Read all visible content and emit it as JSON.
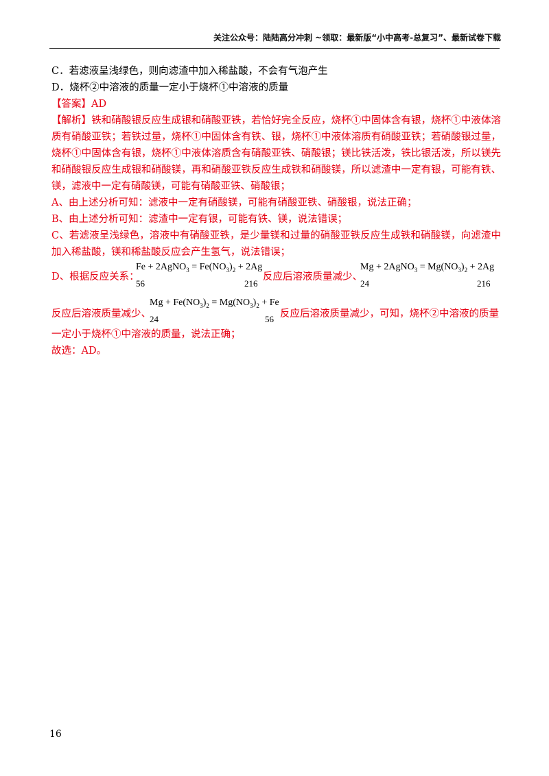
{
  "header": {
    "text": "关注公众号：陆陆高分冲刺  ~领取：最新版“小中高考-总复习”、最新试卷下载"
  },
  "question": {
    "option_c": "C．若滤液呈浅绿色，则向滤渣中加入稀盐酸，不会有气泡产生",
    "option_d": "D．烧杯②中溶液的质量一定小于烧杯①中溶液的质量"
  },
  "answer": {
    "label": "【答案】AD"
  },
  "analysis": {
    "intro": "【解析】铁和硝酸银反应生成银和硝酸亚铁，若恰好完全反应，烧杯①中固体含有银，烧杯①中液体溶质有硝酸亚铁；若铁过量，烧杯①中固体含有铁、银，烧杯①中液体溶质有硝酸亚铁；若硝酸银过量，烧杯①中固体含有银，烧杯①中液体溶质含有硝酸亚铁、硝酸银；镁比铁活泼，铁比银活泼，所以镁先和硝酸银反应生成银和硝酸镁，再和硝酸亚铁反应生成铁和硝酸镁，所以滤渣中一定有银，可能有铁、镁，滤液中一定有硝酸镁，可能有硝酸亚铁、硝酸银；",
    "a": "A、由上述分析可知：滤液中一定有硝酸镁，可能有硝酸亚铁、硝酸银，说法正确；",
    "b": "B、由上述分析可知：滤渣中一定有银，可能有铁、镁，说法错误；",
    "c": "C、若滤液呈浅绿色，溶液中有硝酸亚铁，是少量镁和过量的硝酸亚铁反应生成铁和硝酸镁，向滤渣中加入稀盐酸，镁和稀盐酸反应会产生氢气，说法错误；",
    "d_label": "D、根据反应关系：",
    "eq1": {
      "left": "Fe + 2AgNO",
      "sub1": "3",
      "mid": " = Fe(NO",
      "sub2": "3",
      "end": ")",
      "sub3": "2",
      "tail": " + 2Ag",
      "n1": "56",
      "n2": "216"
    },
    "eq1_after": "反应后溶液质量减少、",
    "eq2": {
      "left": "Mg + 2AgNO",
      "sub1": "3",
      "mid": " = Mg(NO",
      "sub2": "3",
      "end": ")",
      "sub3": "2",
      "tail": " + 2Ag",
      "n1": "24",
      "n2": "216"
    },
    "eq2_before": "反应后溶液质量减少、",
    "eq3": {
      "left": "Mg + Fe(NO",
      "sub1": "3",
      "mid": ")",
      "sub2": "2",
      "mid2": " = Mg(NO",
      "sub3": "3",
      "end": ")",
      "sub4": "2",
      "tail": " + Fe",
      "n1": "24",
      "n2": "56"
    },
    "eq3_after": "反应后溶液质量减少，可知，烧杯②中溶液的质量",
    "d_end": "一定小于烧杯①中溶液的质量，说法正确；",
    "conclusion": "故选：AD。"
  },
  "page_number": "16"
}
